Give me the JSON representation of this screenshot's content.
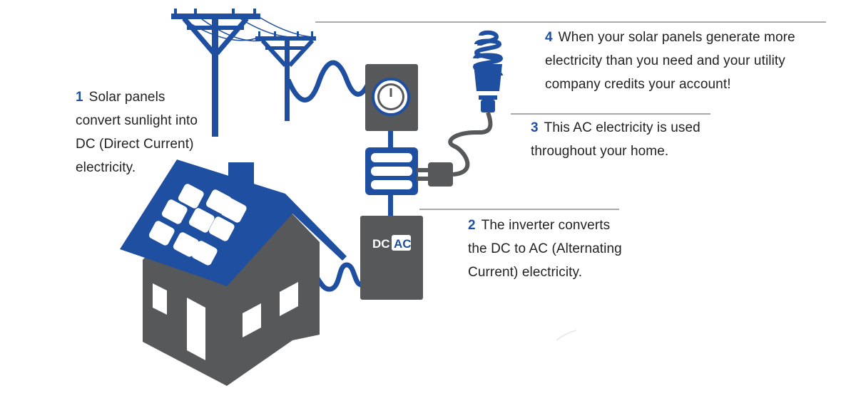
{
  "colors": {
    "blue": "#1e4fa0",
    "gray": "#57585a",
    "white": "#ffffff",
    "text": "#222222"
  },
  "icons": [
    "utility-pole-icon",
    "meter-icon",
    "breaker-box-icon",
    "inverter-icon",
    "plug-icon",
    "lightbulb-icon",
    "house-icon",
    "solar-panel-icon"
  ],
  "inverter": {
    "dc_label": "DC",
    "ac_label": "AC"
  },
  "steps": [
    {
      "num": "1",
      "lines": [
        "Solar panels",
        "convert sunlight into",
        "DC (Direct Current)",
        "electricity."
      ]
    },
    {
      "num": "2",
      "lines": [
        "The inverter converts",
        "the DC to AC (Alternating",
        "Current) electricity."
      ]
    },
    {
      "num": "3",
      "lines": [
        "This AC electricity is used",
        "throughout your home."
      ]
    },
    {
      "num": "4",
      "lines": [
        "When your solar panels generate more",
        "electricity than you need and your utility",
        "company credits your account!"
      ]
    }
  ]
}
